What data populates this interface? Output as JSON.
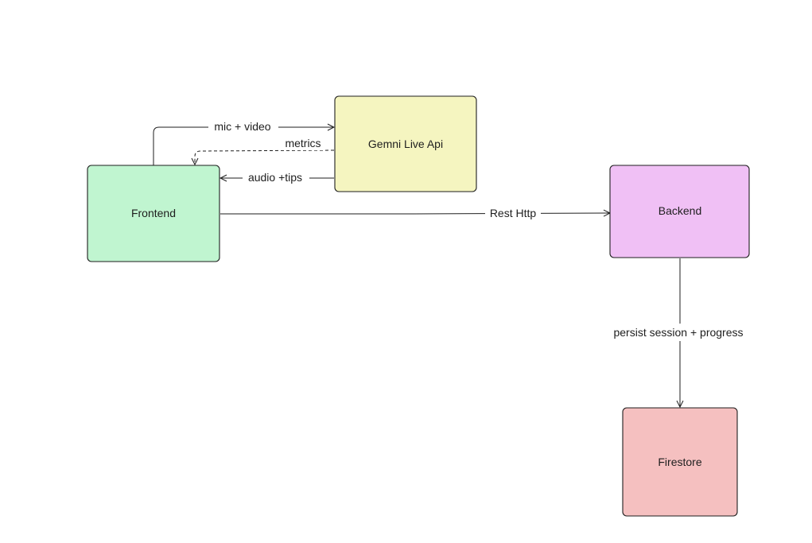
{
  "nodes": {
    "frontend": {
      "label": "Frontend",
      "color": "#c0f5d0"
    },
    "gemini": {
      "label": "Gemni Live Api",
      "color": "#f5f5c0"
    },
    "backend": {
      "label": "Backend",
      "color": "#f0c0f5"
    },
    "firestore": {
      "label": "Firestore",
      "color": "#f5c0c0"
    }
  },
  "edges": {
    "mic_video": {
      "label": "mic + video",
      "from": "Frontend",
      "to": "Gemni Live Api",
      "style": "solid"
    },
    "metrics": {
      "label": "metrics",
      "from": "Gemni Live Api",
      "to": "Frontend",
      "style": "dashed"
    },
    "audio_tips": {
      "label": "audio +tips",
      "from": "Gemni Live Api",
      "to": "Frontend",
      "style": "solid"
    },
    "rest_http": {
      "label": "Rest Http",
      "from": "Frontend",
      "to": "Backend",
      "style": "solid"
    },
    "persist": {
      "label": "persist session + progress",
      "from": "Backend",
      "to": "Firestore",
      "style": "solid"
    }
  }
}
